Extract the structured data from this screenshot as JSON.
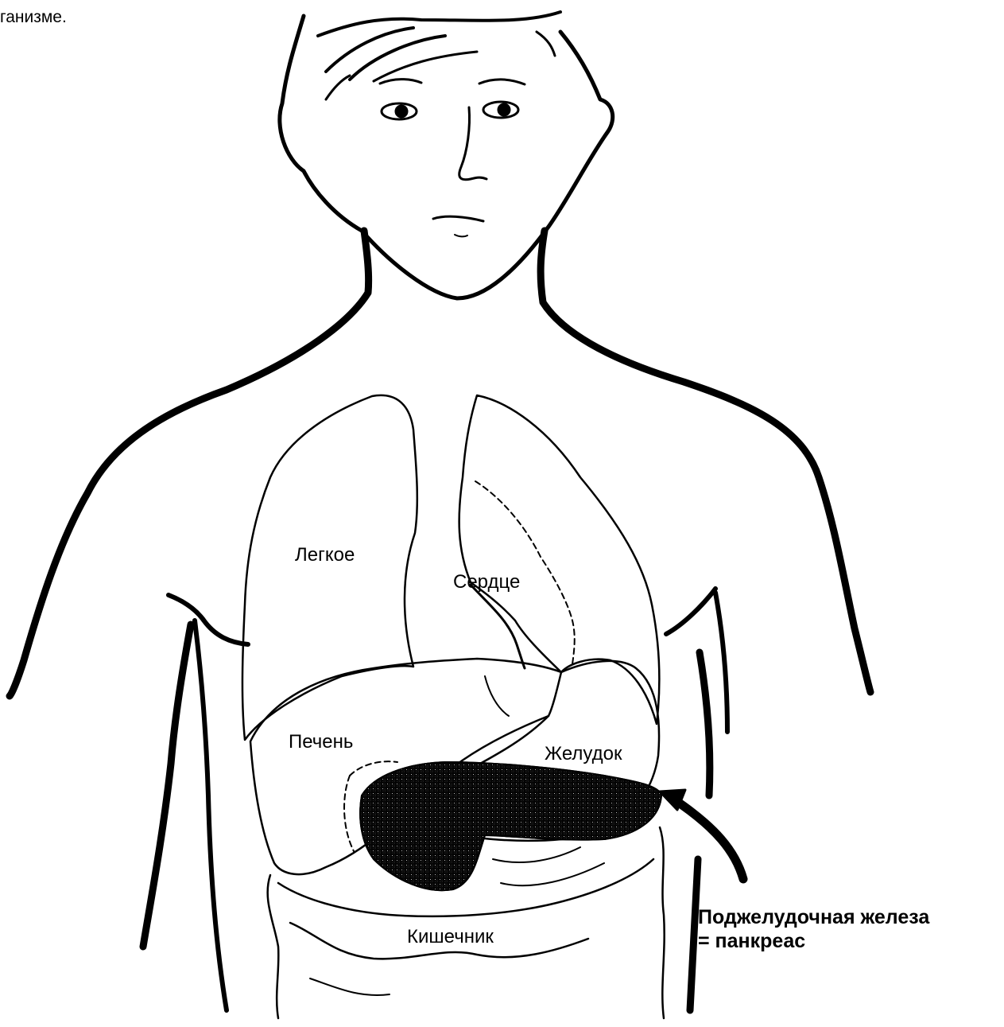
{
  "caption": "ганизме.",
  "labels": {
    "lung": "Легкое",
    "heart": "Сердце",
    "liver": "Печень",
    "stomach": "Желудок",
    "intestine": "Кишечник",
    "pancreas_line1": "Поджелудочная железа",
    "pancreas_line2": "= панкреас"
  },
  "colors": {
    "ink": "#000000",
    "paper": "#ffffff"
  }
}
